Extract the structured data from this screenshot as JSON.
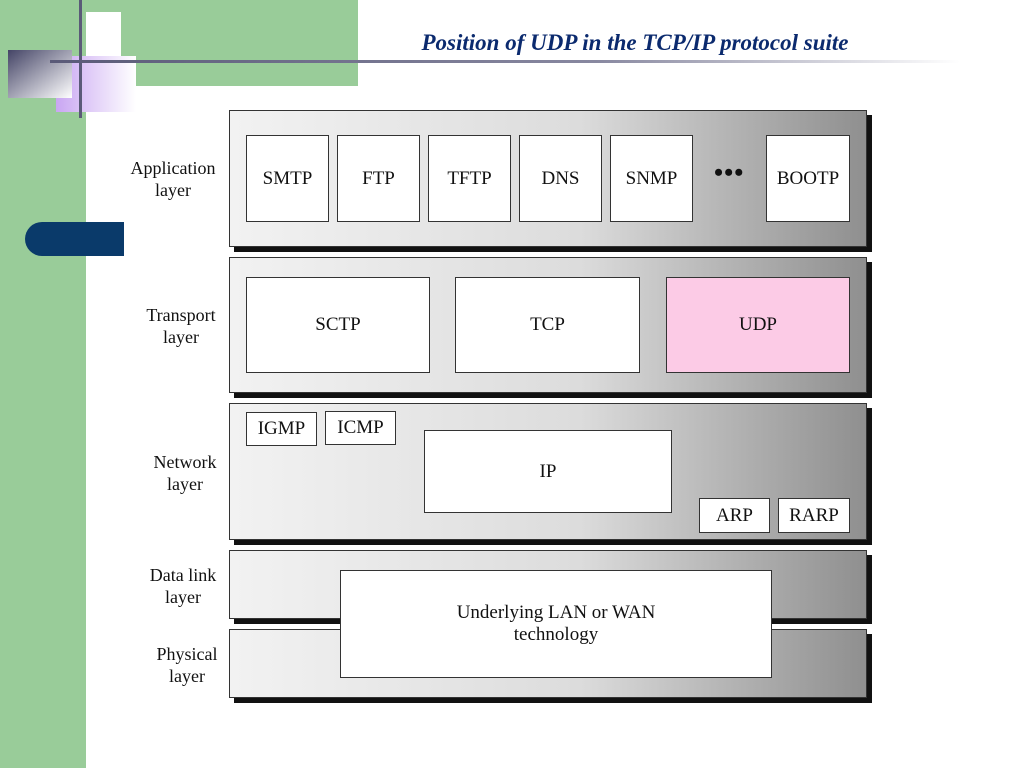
{
  "slide": {
    "title": "Position of UDP in the TCP/IP protocol suite"
  },
  "diagram": {
    "layers": {
      "application": {
        "label": "Application\nlayer"
      },
      "transport": {
        "label": "Transport\nlayer"
      },
      "network": {
        "label": "Network\nlayer"
      },
      "datalink": {
        "label": "Data link\nlayer"
      },
      "physical": {
        "label": "Physical\nlayer"
      }
    },
    "application_protocols": [
      "SMTP",
      "FTP",
      "TFTP",
      "DNS",
      "SNMP",
      "BOOTP"
    ],
    "application_ellipsis": "•••",
    "transport_protocols": [
      "SCTP",
      "TCP",
      "UDP"
    ],
    "network_protocols": {
      "igmp": "IGMP",
      "icmp": "ICMP",
      "ip": "IP",
      "arp": "ARP",
      "rarp": "RARP"
    },
    "underlying": "Underlying LAN or WAN\ntechnology",
    "highlight_color": "#fccbe6"
  }
}
